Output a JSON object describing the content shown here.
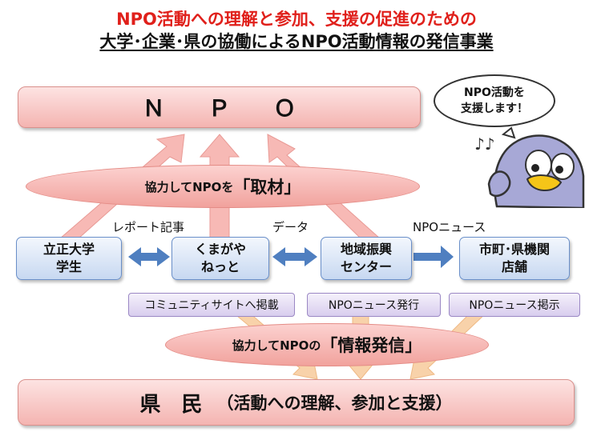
{
  "title": {
    "line1": "NPO活動への理解と参加、支援の促進のための",
    "line2": "大学･企業･県の協働によるNPO活動情報の発信事業"
  },
  "npo_bar": {
    "label": "Ｎ Ｐ Ｏ"
  },
  "collect_ellipse": {
    "prefix": "協力してNPOを",
    "emphasis": "「取材」"
  },
  "labels": {
    "report": "レポート記事",
    "data": "データ",
    "news": "NPOニュース"
  },
  "actors": [
    {
      "line1": "立正大学",
      "line2": "学生"
    },
    {
      "line1": "くまがや",
      "line2": "ねっと"
    },
    {
      "line1": "地域振興",
      "line2": "センター"
    },
    {
      "line1": "市町･県機関",
      "line2": "店舗"
    }
  ],
  "outputs": [
    "コミュニティサイトへ掲載",
    "NPOニュース発行",
    "NPOニュース掲示"
  ],
  "send_ellipse": {
    "prefix": "協力してNPOの",
    "emphasis": "「情報発信」"
  },
  "kenmin_bar": {
    "label": "県　民",
    "sub": "（活動への理解、参加と支援）"
  },
  "bubble": {
    "line1": "NPO活動を",
    "line2": "支援します！"
  },
  "music_notes": "♪♪",
  "colors": {
    "title_red": "#e0201b",
    "bar_fill": "#f4b4b1",
    "box_blue": "#c7d8f1",
    "arrow_blue": "#4f7fc0",
    "pill_purple": "#d8cdee",
    "arrow_orange": "#f5c89a"
  }
}
